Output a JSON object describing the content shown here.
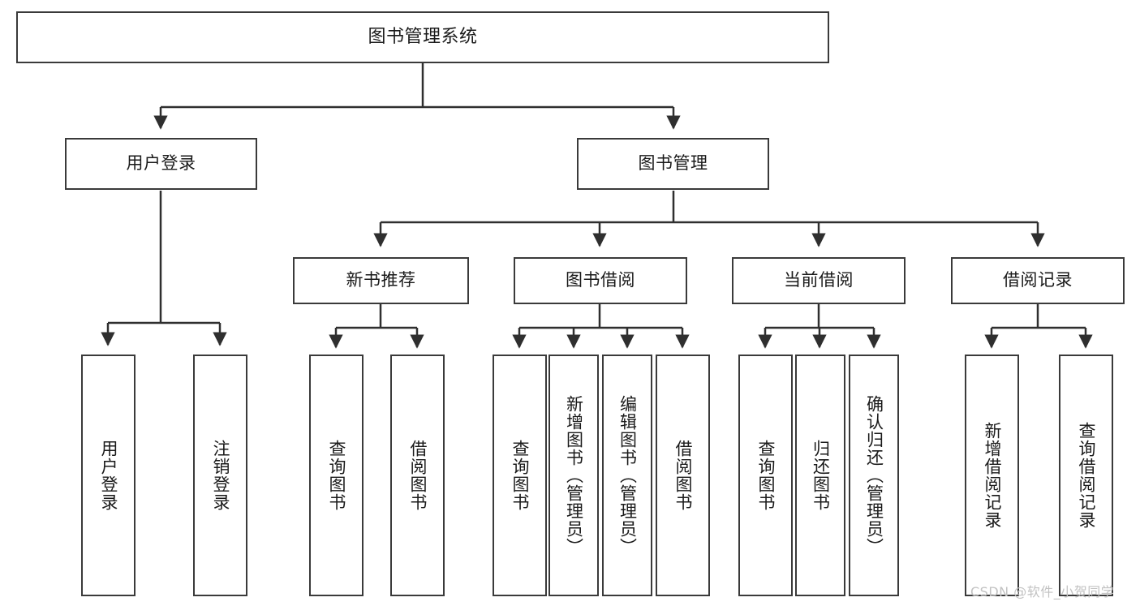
{
  "diagram": {
    "title": "图书管理系统",
    "type": "tree-hierarchy",
    "orientation": "top-down",
    "colors": {
      "box_border": "#3a3a3a",
      "box_fill": "#ffffff",
      "connector": "#2f2f2f",
      "text": "#1a1a1a",
      "watermark": "#c2c2c2"
    }
  },
  "root": {
    "label": "图书管理系统"
  },
  "level2": [
    {
      "label": "用户登录"
    },
    {
      "label": "图书管理"
    }
  ],
  "level3": [
    {
      "label": "新书推荐"
    },
    {
      "label": "图书借阅"
    },
    {
      "label": "当前借阅"
    },
    {
      "label": "借阅记录"
    }
  ],
  "leaves": {
    "user_login": [
      {
        "label": "用户登录"
      },
      {
        "label": "注销登录"
      }
    ],
    "new_book_recommend": [
      {
        "label": "查询图书"
      },
      {
        "label": "借阅图书"
      }
    ],
    "book_borrow": [
      {
        "label": "查询图书"
      },
      {
        "label": "新增图书（管理员）"
      },
      {
        "label": "编辑图书（管理员）"
      },
      {
        "label": "借阅图书"
      }
    ],
    "current_borrow": [
      {
        "label": "查询图书"
      },
      {
        "label": "归还图书"
      },
      {
        "label": "确认归还（管理员）"
      }
    ],
    "borrow_record": [
      {
        "label": "新增借阅记录"
      },
      {
        "label": "查询借阅记录"
      }
    ]
  },
  "watermark": {
    "text": "CSDN @软件_小贺同学"
  }
}
